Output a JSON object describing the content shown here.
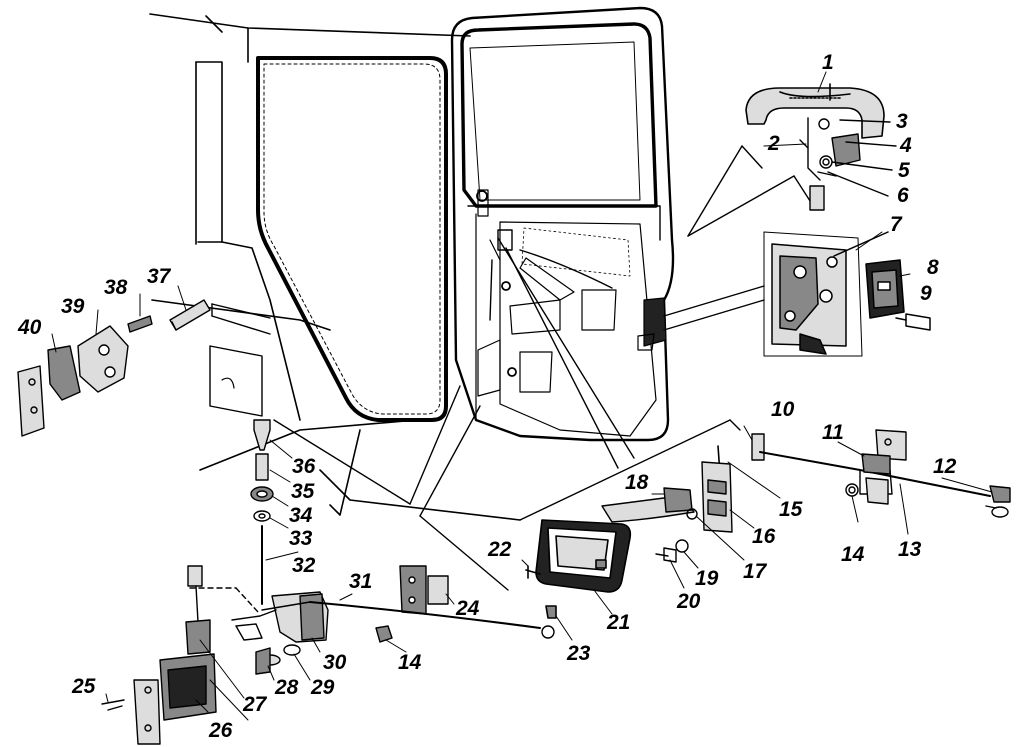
{
  "figure": {
    "callouts": [
      "1",
      "2",
      "3",
      "4",
      "5",
      "6",
      "7",
      "8",
      "9",
      "10",
      "11",
      "12",
      "13",
      "14",
      "15",
      "16",
      "17",
      "18",
      "19",
      "20",
      "21",
      "22",
      "23",
      "24",
      "25",
      "26",
      "27",
      "28",
      "29",
      "30",
      "31",
      "32",
      "33",
      "34",
      "35",
      "36",
      "37",
      "38",
      "39",
      "40",
      "14"
    ]
  },
  "colors": {
    "ink": "#000000",
    "paper": "#ffffff",
    "fill_dark": "#222222",
    "fill_mid": "#888888",
    "fill_light": "#dddddd"
  }
}
